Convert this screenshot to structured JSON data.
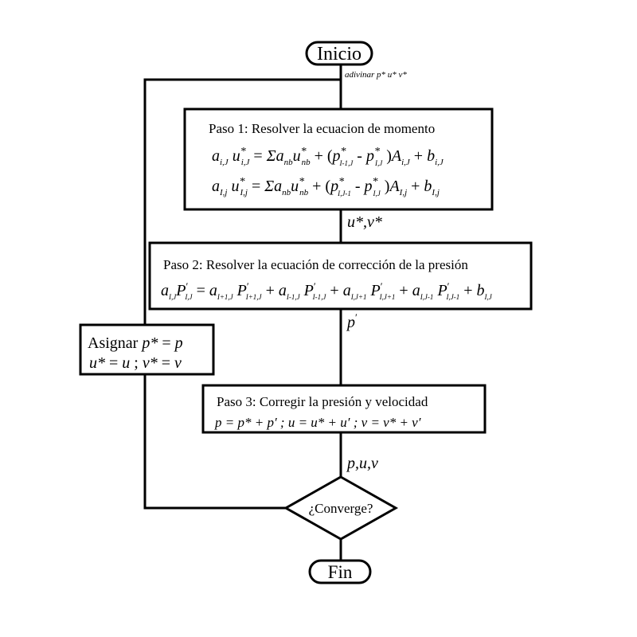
{
  "start": {
    "label": "Inicio"
  },
  "guess": {
    "label": "adivinar p* u* v*"
  },
  "step1": {
    "title": "Paso 1: Resolver la ecuacion de momento",
    "eq1": "a_{i,J} u*_{i,J} = Σa_{nb} u*_{nb} + (p*_{I-1,J} - p*_{I,J}) A_{i,J} + b_{i,J}",
    "eq2": "a_{I,j} u*_{I,j} = Σa_{nb} u*_{nb} + (p*_{I,J-1} - p*_{I,J}) A_{I,j} + b_{I,j}",
    "output": "u*,v*"
  },
  "step2": {
    "title": "Paso 2: Resolver la ecuación de corrección de la presión",
    "eq": "a_{I,J} P'_{I,J} = a_{I+1,J} P'_{I+1,J} + a_{I-1,J} P'_{I-1,J} + a_{I,J+1} P'_{I,J+1} + a_{I,J-1} P'_{I,J-1} + b_{I,J}",
    "output": "p'"
  },
  "step3": {
    "title": "Paso 3: Corregir la presión y velocidad",
    "eq": "p = p* + p' ; u = u* + u' ; v = v* + v'",
    "output": "p,u,v"
  },
  "assign": {
    "line1": "Asignar p* = p",
    "line2": "u* = u ; v* = v"
  },
  "decision": {
    "label": "¿Converge?"
  },
  "end": {
    "label": "Fin"
  }
}
